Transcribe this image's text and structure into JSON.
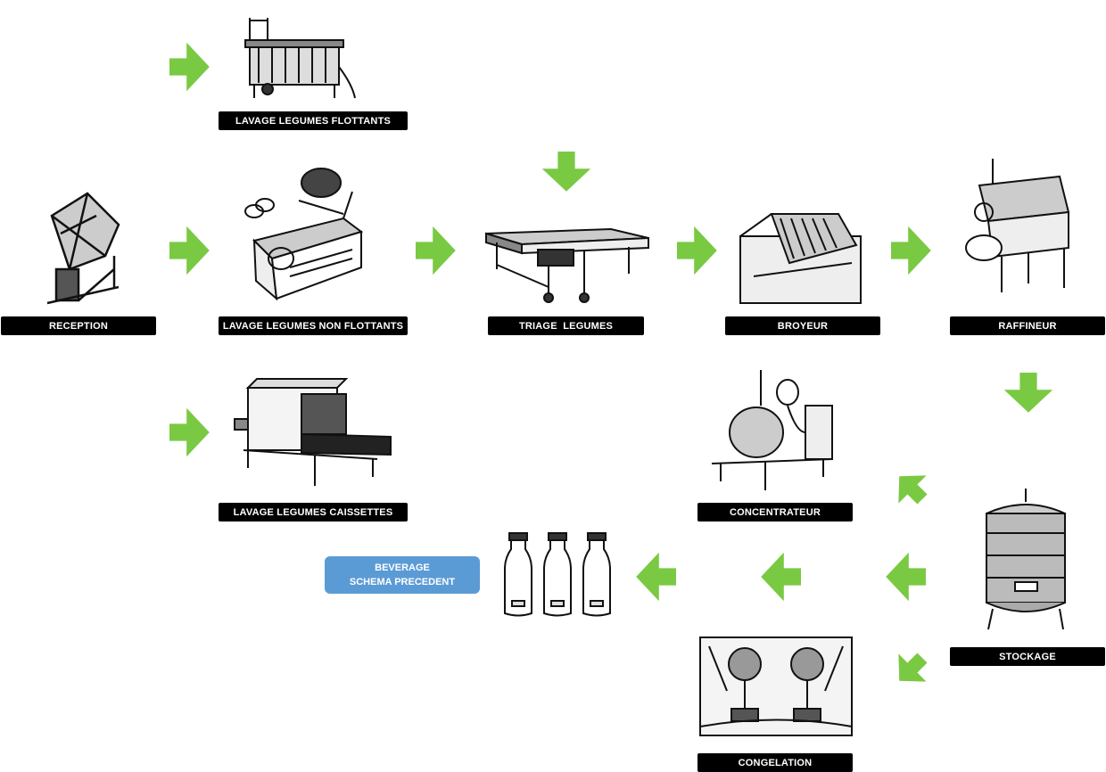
{
  "colors": {
    "arrow": "#7ac943",
    "label_bg": "#000000",
    "label_text": "#ffffff",
    "beverage_bg": "#5b9bd5"
  },
  "stations": {
    "lavage_flottants": "LAVAGE LEGUMES FLOTTANTS",
    "reception": "RECEPTION",
    "lavage_non_flottants": "LAVAGE LEGUMES NON FLOTTANTS",
    "triage": "TRIAGE  LEGUMES",
    "broyeur": "BROYEUR",
    "raffineur": "RAFFINEUR",
    "lavage_caissettes": "LAVAGE LEGUMES CAISSETTES",
    "concentrateur": "CONCENTRATEUR",
    "stockage": "STOCKAGE",
    "congelation": "CONGELATION"
  },
  "beverage": {
    "line1": "BEVERAGE",
    "line2": "SCHEMA PRECEDENT"
  },
  "icons": [
    "washer-icon",
    "tipper-icon",
    "conveyor-icon",
    "crusher-icon",
    "refiner-icon",
    "tunnel-washer-icon",
    "evaporator-icon",
    "tank-icon",
    "freezer-icon",
    "bottle-icon",
    "arrow-icon"
  ]
}
